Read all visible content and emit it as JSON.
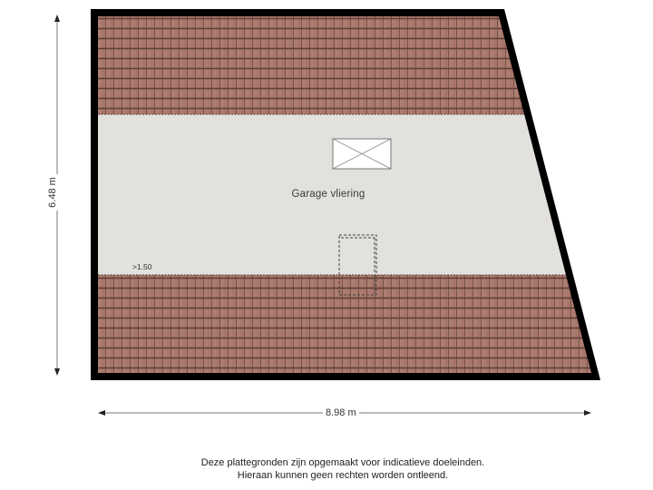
{
  "floorplan": {
    "room_name": "Garage vliering",
    "height_marker": ">1.50",
    "dimensions": {
      "width": "8.98 m",
      "depth": "6.48 m"
    },
    "colors": {
      "wall": "#000000",
      "floor": "#e2e1dd",
      "roof_tile": "#a8766a",
      "roof_tile_line": "#6b4a40",
      "dimension_line": "#666666"
    },
    "elements": {
      "skylight": "roof-window-symbol",
      "hatch": "attic-hatch-dashed-outline"
    }
  },
  "disclaimer": {
    "line1": "Deze plattegronden zijn opgemaakt voor indicatieve doeleinden.",
    "line2": "Hieraan kunnen geen rechten worden ontleend."
  }
}
